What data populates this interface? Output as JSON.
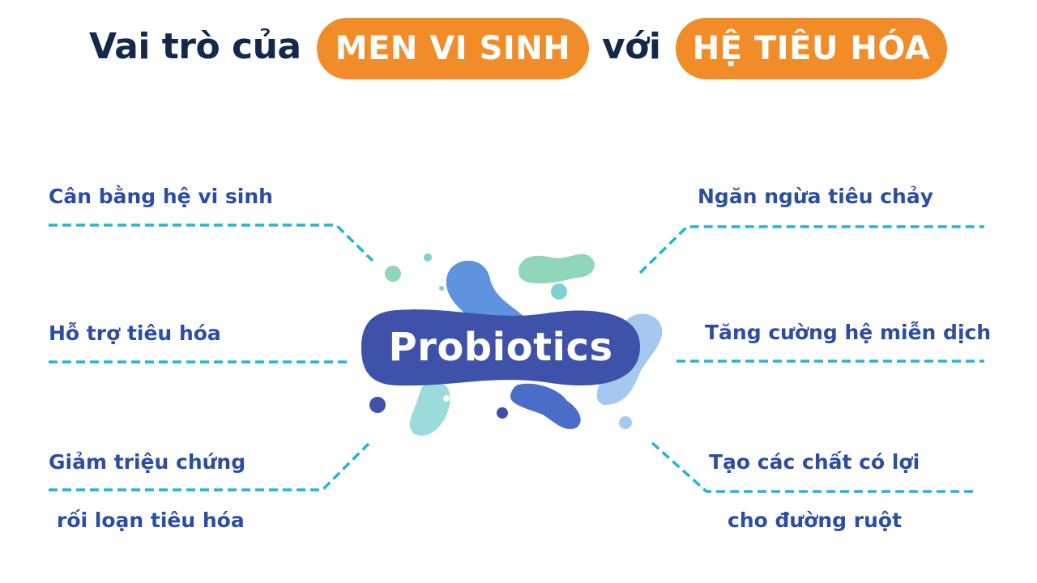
{
  "title": {
    "prefix": "Vai trò của",
    "highlight_1": "MEN VI SINH",
    "connector": "với",
    "highlight_2": "HỆ TIÊU HÓA"
  },
  "center": {
    "label": "Probiotics"
  },
  "benefits": {
    "left_top": "Cân bằng hệ vi sinh",
    "left_middle": "Hỗ trợ tiêu hóa",
    "left_bottom_line1": "Giảm triệu chứng",
    "left_bottom_line2": "rối loạn tiêu hóa",
    "right_top": "Ngăn ngừa tiêu chảy",
    "right_middle": "Tăng cường hệ miễn dịch",
    "right_bottom_line1": "Tạo các chất có lợi",
    "right_bottom_line2": "cho đường ruột"
  },
  "colors": {
    "title_text": "#13294b",
    "pill": "#f28c28",
    "label_text": "#2b4ea3",
    "dash_line": "#22b5d6",
    "center_blob": "#3d52a8"
  }
}
